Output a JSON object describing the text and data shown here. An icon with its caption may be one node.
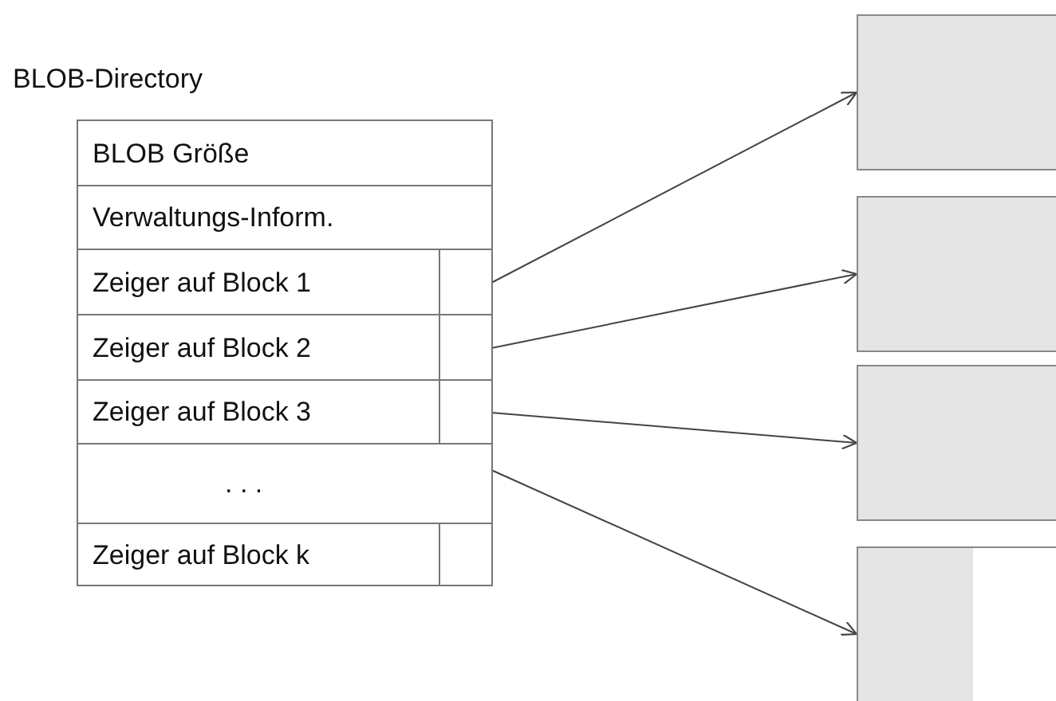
{
  "diagram": {
    "nodes": [
      {
        "text": [
          "BLOB-Directory"
        ]
      },
      {
        "text": [
          "BLOB Größe"
        ],
        "in": 0
      },
      {
        "text": [
          "Verwaltungs-Inform."
        ],
        "in": 0
      },
      {
        "text": [
          "Zeiger auf Block 1"
        ],
        "in": 0
      },
      {
        "text": [
          "Zeiger auf Block 2"
        ],
        "in": 0
      },
      {
        "text": [
          "Zeiger auf Block 3"
        ],
        "in": 0
      },
      {
        "text": [
          ". . ."
        ],
        "in": 0
      },
      {
        "text": [
          "Zeiger auf Block k"
        ],
        "in": 0
      },
      {
        "text": [],
        "shape": "box"
      },
      {
        "text": [],
        "shape": "box"
      },
      {
        "text": [],
        "shape": "box"
      },
      {
        "text": [],
        "shape": "box"
      }
    ],
    "edges": [
      {
        "from": 3,
        "to": 8,
        "arrow": "to"
      },
      {
        "from": 4,
        "to": 9,
        "arrow": "to"
      },
      {
        "from": 5,
        "to": 10,
        "arrow": "to"
      },
      {
        "from": 6,
        "to": 11,
        "arrow": "to"
      }
    ]
  }
}
